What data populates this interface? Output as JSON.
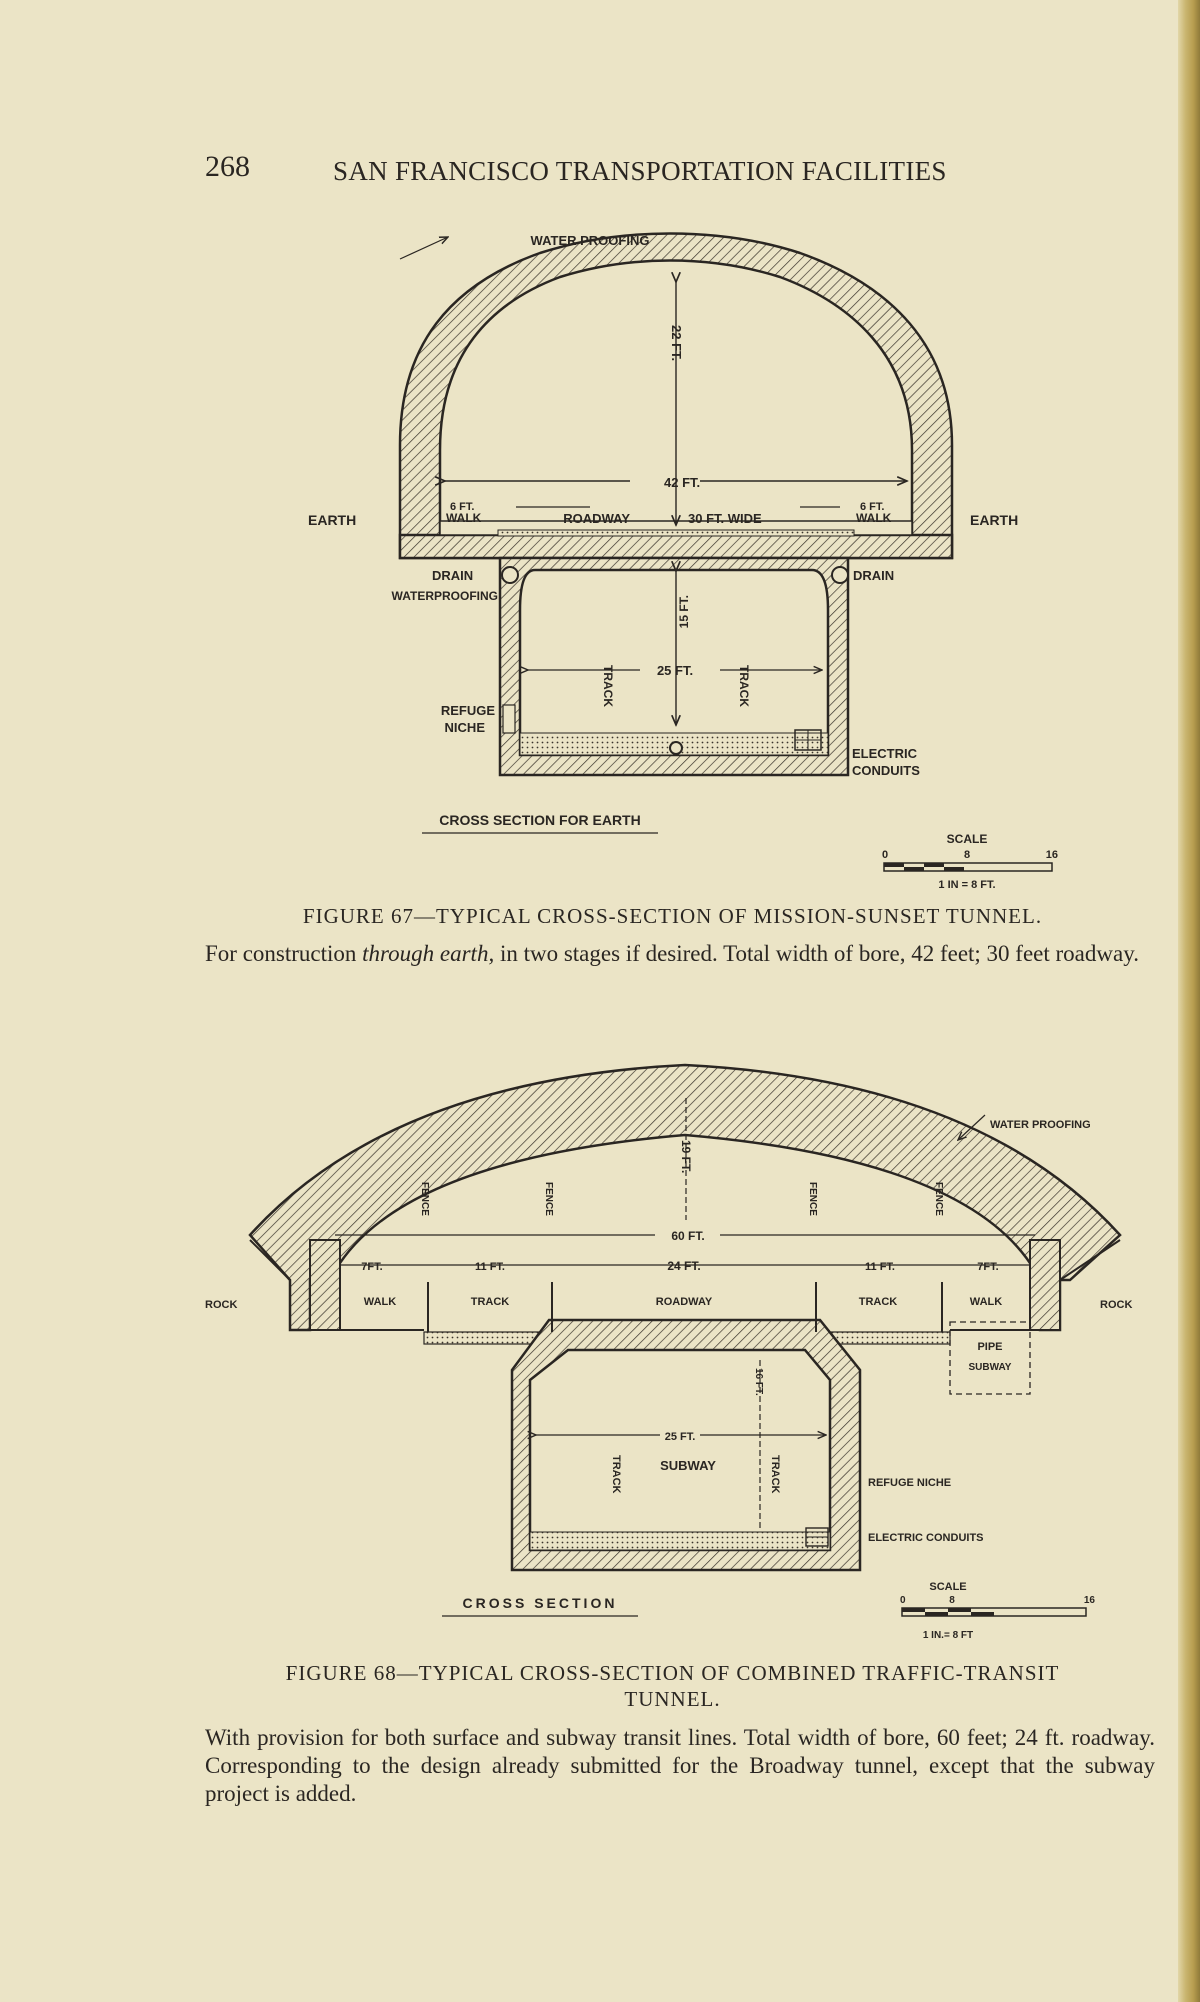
{
  "page": {
    "number": "268",
    "running_title": "SAN FRANCISCO TRANSPORTATION FACILITIES"
  },
  "figure67": {
    "labels": {
      "waterproofing_top": "WATER PROOFING",
      "earth_left": "EARTH",
      "earth_right": "EARTH",
      "height_upper": "22 FT.",
      "width_total": "42 FT.",
      "walk_left_dim": "6 FT.",
      "walk_left": "WALK",
      "roadway": "ROADWAY",
      "roadway_width": "30 FT. WIDE",
      "walk_right_dim": "6 FT.",
      "walk_right": "WALK",
      "drain_left": "DRAIN",
      "waterproofing_left": "WATERPROOFING",
      "drain_right": "DRAIN",
      "height_lower": "15 FT.",
      "width_lower": "25 FT.",
      "track_left": "TRACK",
      "track_right": "TRACK",
      "refuge": "REFUGE",
      "niche": "NICHE",
      "electric": "ELECTRIC",
      "conduits": "CONDUITS",
      "section_title": "CROSS SECTION FOR EARTH",
      "scale_title": "SCALE",
      "scale_0": "0",
      "scale_8": "8",
      "scale_16": "16",
      "scale_note": "1 IN = 8 FT."
    },
    "caption": "FIGURE 67—TYPICAL CROSS-SECTION OF MISSION-SUNSET TUNNEL.",
    "text_a": "For construction ",
    "text_em": "through earth,",
    "text_b": " in two stages if desired. Total width of bore, 42 feet; 30 feet roadway."
  },
  "figure68": {
    "labels": {
      "waterproofing": "WATER PROOFING",
      "height_upper": "19 FT.",
      "fence_1": "FENCE",
      "fence_2": "FENCE",
      "fence_3": "FENCE",
      "fence_4": "FENCE",
      "width_total": "60 FT.",
      "w_left": "7FT.",
      "t_left": "11 FT.",
      "roadway_dim": "24 FT.",
      "t_right": "11 FT.",
      "w_right": "7FT.",
      "rock_left": "ROCK",
      "rock_right": "ROCK",
      "walk_left": "WALK",
      "track_left": "TRACK",
      "roadway": "ROADWAY",
      "track_right": "TRACK",
      "walk_right": "WALK",
      "pipe": "PIPE",
      "pipe_subway": "SUBWAY",
      "height_lower": "16 FT.",
      "width_lower": "25 FT.",
      "subway": "SUBWAY",
      "track_sub_left": "TRACK",
      "track_sub_right": "TRACK",
      "refuge": "REFUGE NICHE",
      "electric": "ELECTRIC CONDUITS",
      "section_title": "CROSS SECTION",
      "scale_title": "SCALE",
      "scale_0": "0",
      "scale_8": "8",
      "scale_16": "16",
      "scale_note": "1 IN.= 8 FT"
    },
    "caption_line1": "FIGURE 68—TYPICAL CROSS-SECTION OF COMBINED TRAFFIC-TRANSIT",
    "caption_line2": "TUNNEL.",
    "text": "With provision for both surface and subway transit lines. Total width of bore, 60 feet; 24 ft. roadway. Corresponding to the design already submitted for the Broadway tunnel, except that the subway project is added."
  }
}
